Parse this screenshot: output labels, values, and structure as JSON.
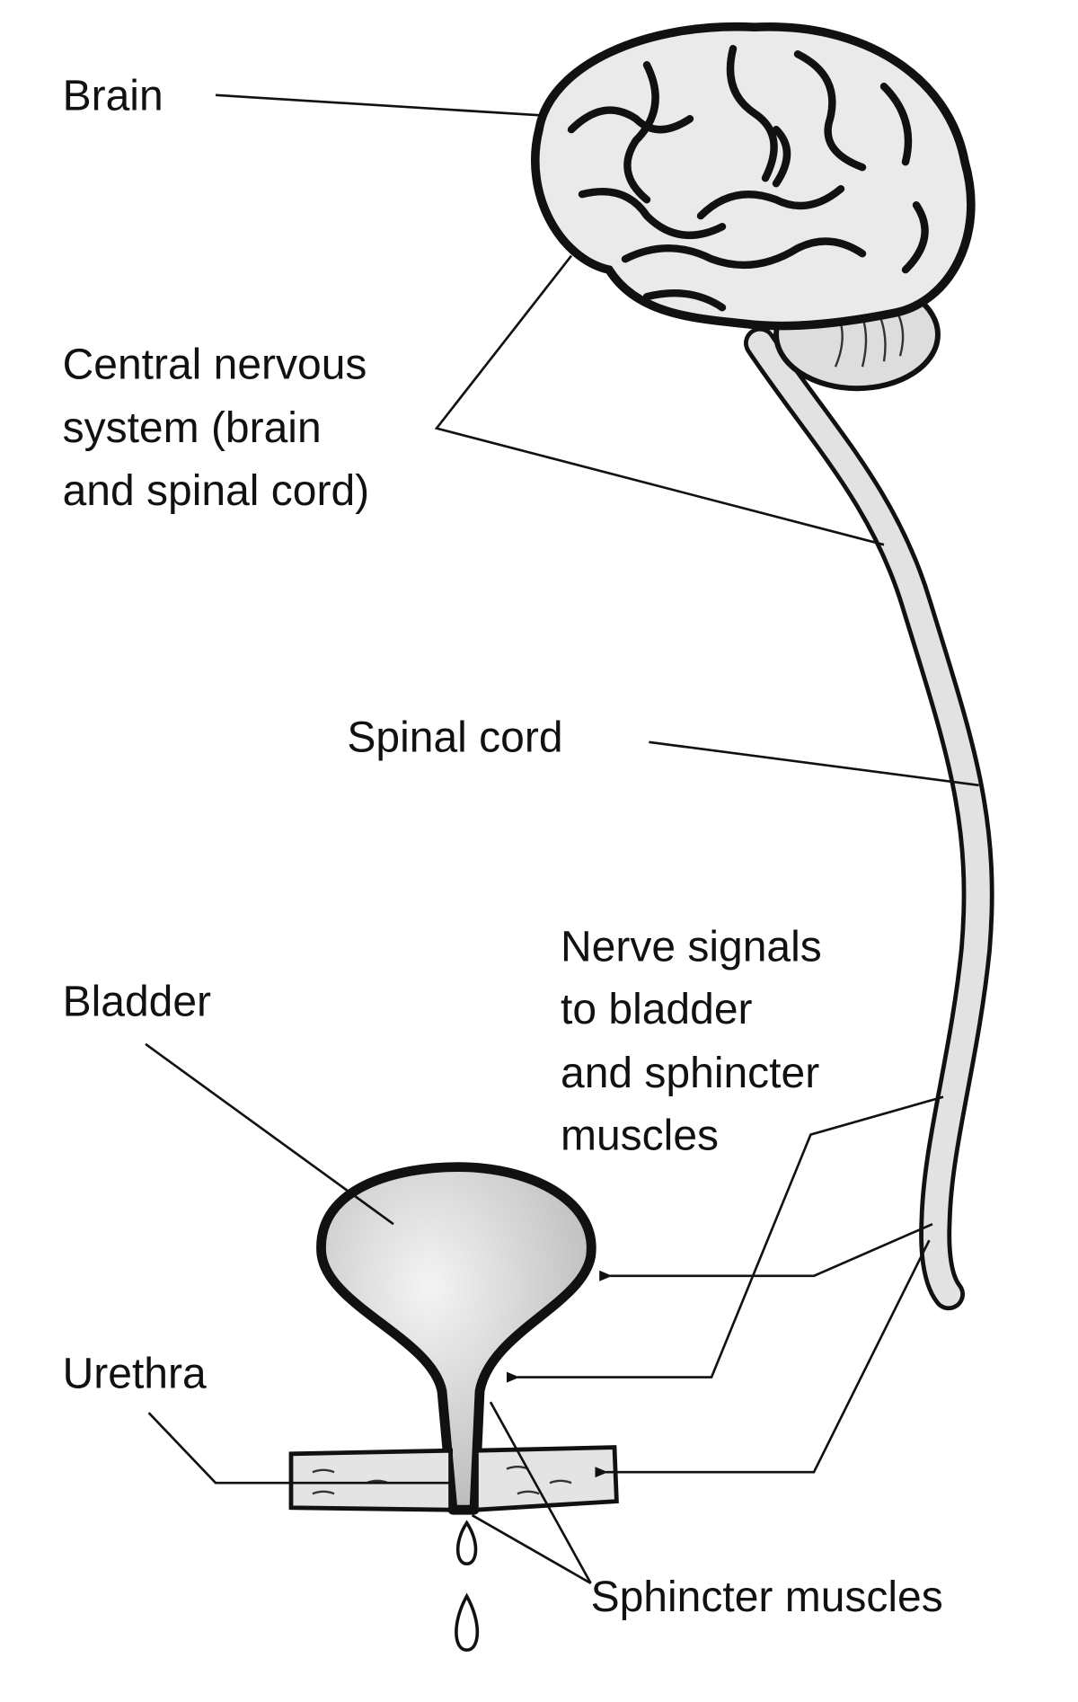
{
  "labels": {
    "brain": "Brain",
    "cns_line1": "Central nervous",
    "cns_line2": "system (brain",
    "cns_line3": "and spinal cord)",
    "spinal_cord": "Spinal cord",
    "nerve_line1": "Nerve signals",
    "nerve_line2": "to bladder",
    "nerve_line3": "and sphincter",
    "nerve_line4": "muscles",
    "bladder": "Bladder",
    "urethra": "Urethra",
    "sphincter": "Sphincter muscles"
  }
}
